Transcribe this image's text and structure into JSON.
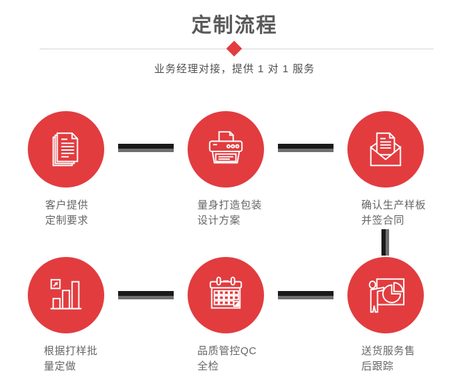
{
  "header": {
    "title": "定制流程",
    "subtitle": "业务经理对接，提供 1 对 1 服务"
  },
  "colors": {
    "accent_red": "#e23c3f",
    "title_text": "#595959",
    "subtitle_text": "#4f4f4f",
    "label_text": "#666666",
    "connector_dark": "#1a1a1a",
    "connector_gray": "#6f6f6f",
    "divider_gray": "#d6d6d6"
  },
  "steps": [
    {
      "icon": "documents-icon",
      "label_line1": "客户提供",
      "label_line2": "定制要求"
    },
    {
      "icon": "printer-icon",
      "label_line1": "量身打造包装",
      "label_line2": "设计方案"
    },
    {
      "icon": "envelope-icon",
      "label_line1": "确认生产样板",
      "label_line2": "并签合同"
    },
    {
      "icon": "bar-chart-icon",
      "label_line1": "根据打样批",
      "label_line2": "量定做"
    },
    {
      "icon": "calendar-icon",
      "label_line1": "品质管控QC",
      "label_line2": "全检"
    },
    {
      "icon": "presentation-icon",
      "label_line1": "送货服务售",
      "label_line2": "后跟踪"
    }
  ]
}
